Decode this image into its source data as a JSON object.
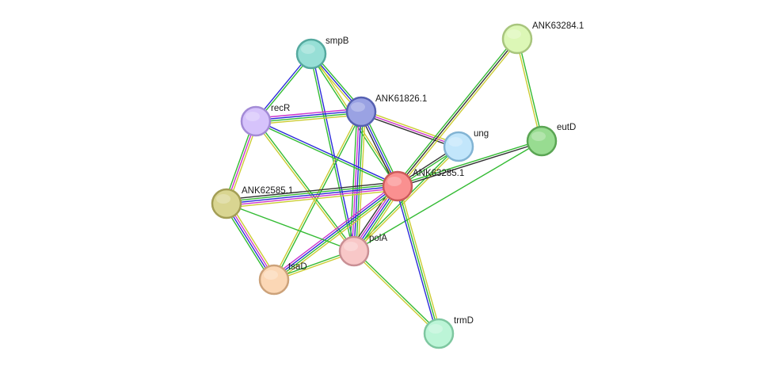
{
  "nodes": [
    {
      "id": "smpB",
      "label": "smpB",
      "fill": "#97dfd6",
      "stroke": "#55a99f"
    },
    {
      "id": "ANK61826.1",
      "label": "ANK61826.1",
      "fill": "#9aa2e3",
      "stroke": "#5560b2"
    },
    {
      "id": "recR",
      "label": "recR",
      "fill": "#d6c3fb",
      "stroke": "#a38bd6"
    },
    {
      "id": "ANK63284.1",
      "label": "ANK63284.1",
      "fill": "#dcf7b6",
      "stroke": "#a8c57d"
    },
    {
      "id": "ung",
      "label": "ung",
      "fill": "#c2e6fb",
      "stroke": "#82b4d4"
    },
    {
      "id": "eutD",
      "label": "eutD",
      "fill": "#98dc91",
      "stroke": "#5aa553"
    },
    {
      "id": "ANK63285.1",
      "label": "ANK63285.1",
      "fill": "#fa9090",
      "stroke": "#cc5a5a"
    },
    {
      "id": "ANK62585.1",
      "label": "ANK62585.1",
      "fill": "#d9d591",
      "stroke": "#a39e55"
    },
    {
      "id": "polA",
      "label": "polA",
      "fill": "#f8c7c7",
      "stroke": "#c98f94"
    },
    {
      "id": "tsaD",
      "label": "tsaD",
      "fill": "#fbd7b5",
      "stroke": "#cca27a"
    },
    {
      "id": "trmD",
      "label": "trmD",
      "fill": "#bcf5d7",
      "stroke": "#7ec7a0"
    }
  ],
  "edges": [
    {
      "source": "smpB",
      "target": "recR",
      "evidence": [
        "green",
        "blue"
      ]
    },
    {
      "source": "smpB",
      "target": "ANK61826.1",
      "evidence": [
        "green",
        "blue",
        "yellow"
      ]
    },
    {
      "source": "smpB",
      "target": "ANK63285.1",
      "evidence": [
        "yellow",
        "green"
      ]
    },
    {
      "source": "smpB",
      "target": "polA",
      "evidence": [
        "blue",
        "green"
      ]
    },
    {
      "source": "ANK61826.1",
      "target": "recR",
      "evidence": [
        "yellow",
        "green",
        "blue",
        "magenta"
      ]
    },
    {
      "source": "ANK61826.1",
      "target": "ung",
      "evidence": [
        "yellow",
        "magenta",
        "black"
      ]
    },
    {
      "source": "ANK61826.1",
      "target": "ANK63285.1",
      "evidence": [
        "green",
        "blue",
        "black"
      ]
    },
    {
      "source": "ANK61826.1",
      "target": "polA",
      "evidence": [
        "yellow",
        "green",
        "blue",
        "magenta",
        "green"
      ]
    },
    {
      "source": "ANK61826.1",
      "target": "tsaD",
      "evidence": [
        "green",
        "yellow"
      ]
    },
    {
      "source": "recR",
      "target": "ANK63285.1",
      "evidence": [
        "blue",
        "green"
      ]
    },
    {
      "source": "recR",
      "target": "ANK62585.1",
      "evidence": [
        "yellow",
        "magenta",
        "green"
      ]
    },
    {
      "source": "recR",
      "target": "polA",
      "evidence": [
        "green",
        "yellow"
      ]
    },
    {
      "source": "ANK63284.1",
      "target": "eutD",
      "evidence": [
        "green",
        "yellow"
      ]
    },
    {
      "source": "ANK63284.1",
      "target": "ANK63285.1",
      "evidence": [
        "yellow",
        "black",
        "green"
      ]
    },
    {
      "source": "ung",
      "target": "ANK63285.1",
      "evidence": [
        "green",
        "black"
      ]
    },
    {
      "source": "ung",
      "target": "polA",
      "evidence": [
        "yellow",
        "green"
      ]
    },
    {
      "source": "eutD",
      "target": "ANK63285.1",
      "evidence": [
        "black",
        "green"
      ]
    },
    {
      "source": "eutD",
      "target": "polA",
      "evidence": [
        "green"
      ]
    },
    {
      "source": "ANK63285.1",
      "target": "ANK62585.1",
      "evidence": [
        "yellow",
        "magenta",
        "blue",
        "green",
        "black"
      ]
    },
    {
      "source": "ANK63285.1",
      "target": "polA",
      "evidence": [
        "yellow",
        "green",
        "blue",
        "magenta",
        "black"
      ]
    },
    {
      "source": "ANK63285.1",
      "target": "tsaD",
      "evidence": [
        "yellow",
        "green",
        "blue",
        "magenta"
      ]
    },
    {
      "source": "ANK63285.1",
      "target": "trmD",
      "evidence": [
        "yellow",
        "green",
        "blue"
      ]
    },
    {
      "source": "ANK62585.1",
      "target": "tsaD",
      "evidence": [
        "yellow",
        "magenta",
        "blue",
        "green"
      ]
    },
    {
      "source": "ANK62585.1",
      "target": "polA",
      "evidence": [
        "green"
      ]
    },
    {
      "source": "polA",
      "target": "tsaD",
      "evidence": [
        "yellow",
        "green"
      ]
    },
    {
      "source": "polA",
      "target": "trmD",
      "evidence": [
        "green",
        "yellow"
      ]
    }
  ],
  "evidence_colors": {
    "green": "#33bb33",
    "blue": "#2b2bd9",
    "yellow": "#cccc33",
    "magenta": "#cc33cc",
    "black": "#333333"
  }
}
